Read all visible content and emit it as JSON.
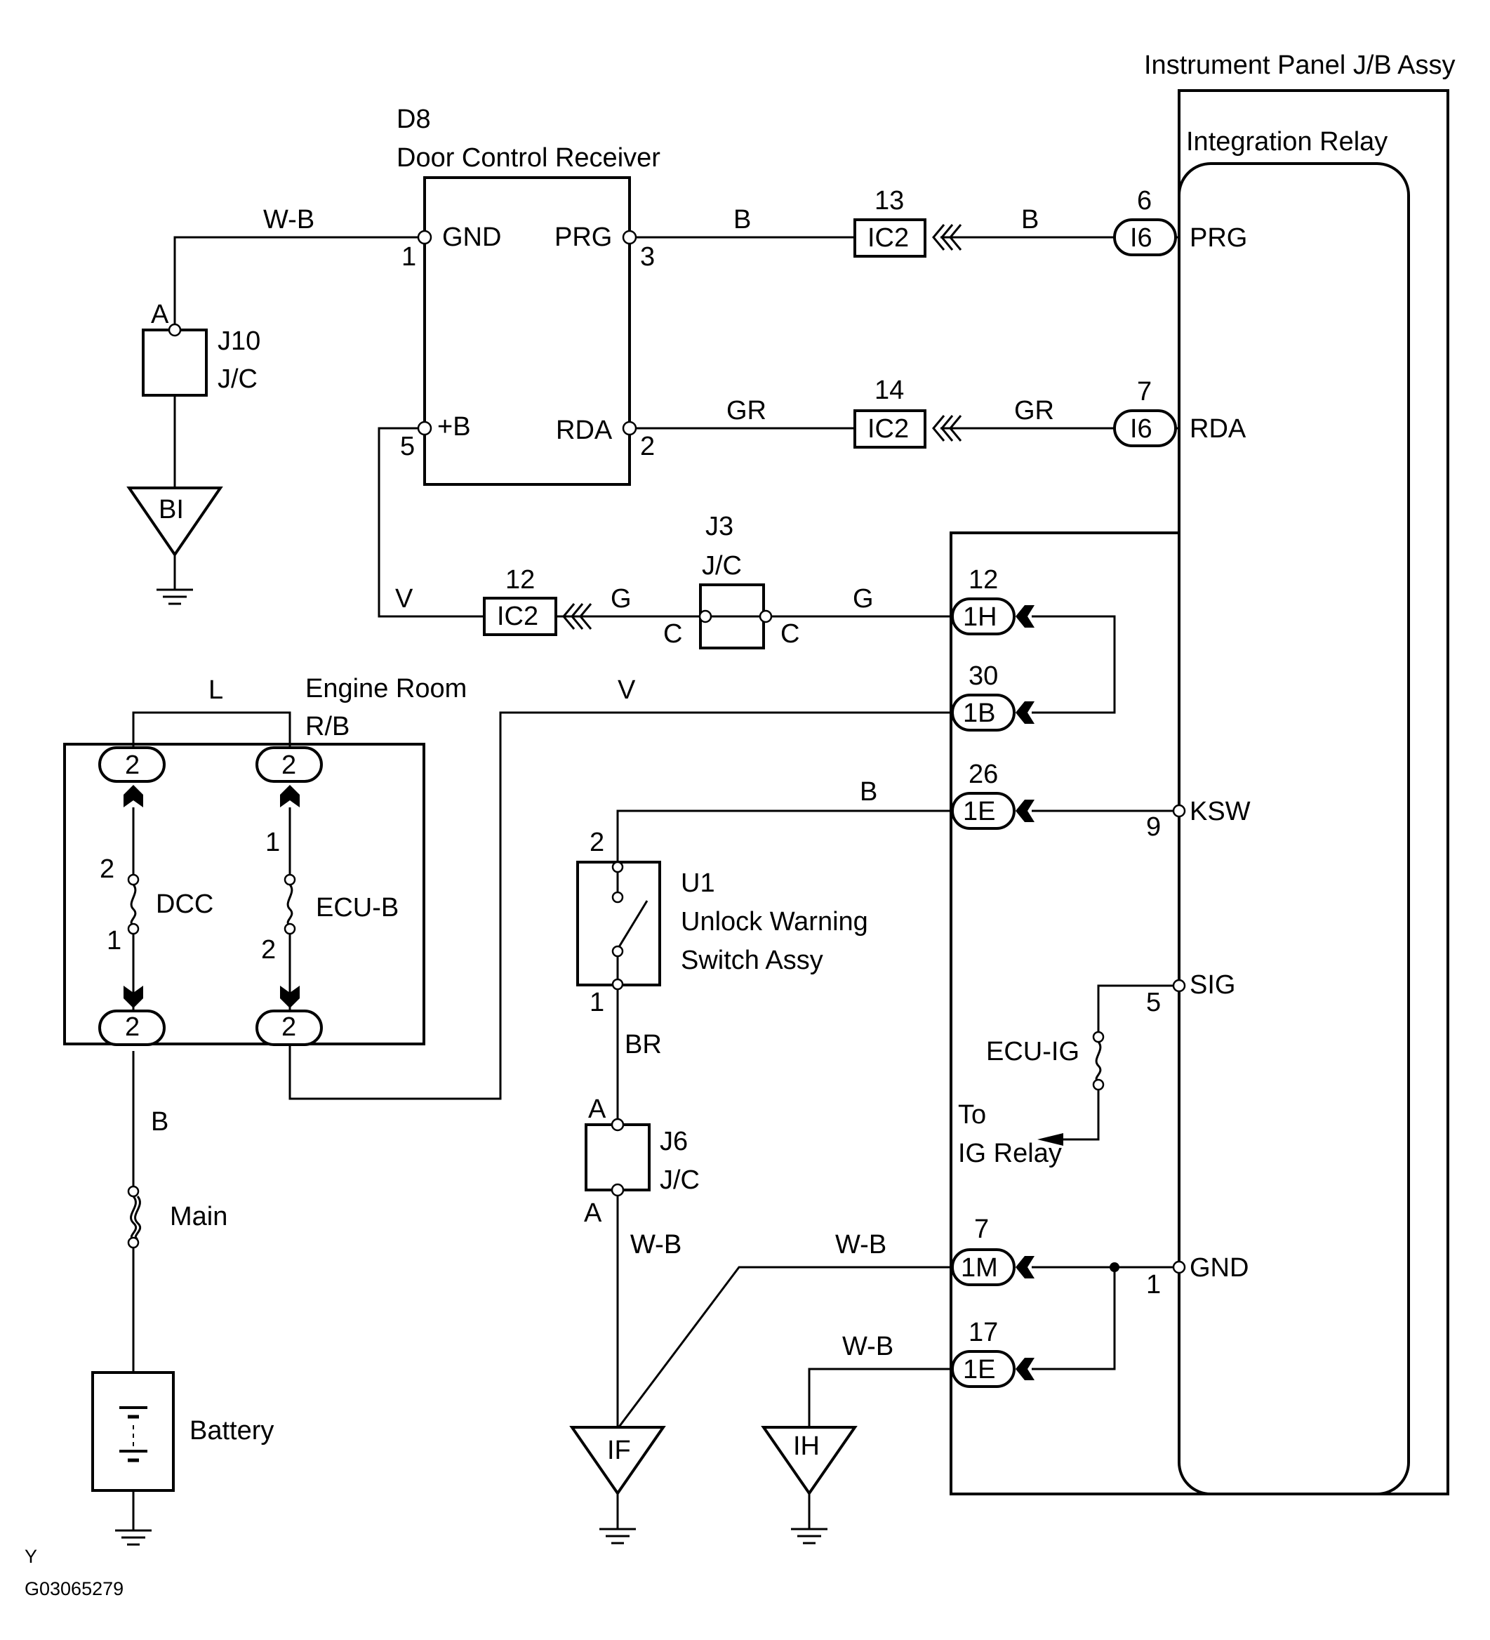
{
  "components": {
    "jb": "Instrument Panel J/B Assy",
    "relay": "Integration Relay",
    "d8_id": "D8",
    "d8_name": "Door Control Receiver",
    "j10_id": "J10",
    "j10_type": "J/C",
    "j3_id": "J3",
    "j3_type": "J/C",
    "j6_id": "J6",
    "j6_type": "J/C",
    "u1_id": "U1",
    "u1_name1": "Unlock Warning",
    "u1_name2": "Switch Assy",
    "er_name1": "Engine Room",
    "er_name2": "R/B",
    "battery": "Battery",
    "main_fuse": "Main",
    "dcc_fuse": "DCC",
    "ecub_fuse": "ECU-B",
    "ecuig_fuse": "ECU-IG",
    "to1": "To",
    "to2": "IG Relay"
  },
  "grounds": {
    "bi": "BI",
    "if": "IF",
    "ih": "IH"
  },
  "d8_pins": {
    "gnd": "GND",
    "prg": "PRG",
    "b": "+B",
    "rda": "RDA",
    "n_gnd": "1",
    "n_prg": "3",
    "n_b": "5",
    "n_rda": "2"
  },
  "relay_pins": {
    "prg": "PRG",
    "rda": "RDA",
    "ksw": "KSW",
    "sig": "SIG",
    "gnd": "GND",
    "n_ksw": "9",
    "n_sig": "5",
    "n_gnd": "1"
  },
  "connectors": {
    "ic2": "IC2",
    "i6": "I6",
    "h1": "1H",
    "b1": "1B",
    "e1": "1E",
    "m1": "1M",
    "n13": "13",
    "n14": "14",
    "n12": "12",
    "n6": "6",
    "n7": "7",
    "n30": "30",
    "n26": "26",
    "n17": "17",
    "two": "2",
    "one": "1"
  },
  "wires": {
    "wb": "W-B",
    "b": "B",
    "gr": "GR",
    "v": "V",
    "g": "G",
    "l": "L",
    "br": "BR"
  },
  "letters": {
    "a": "A",
    "c": "C"
  },
  "footer": {
    "y": "Y",
    "code": "G03065279"
  }
}
